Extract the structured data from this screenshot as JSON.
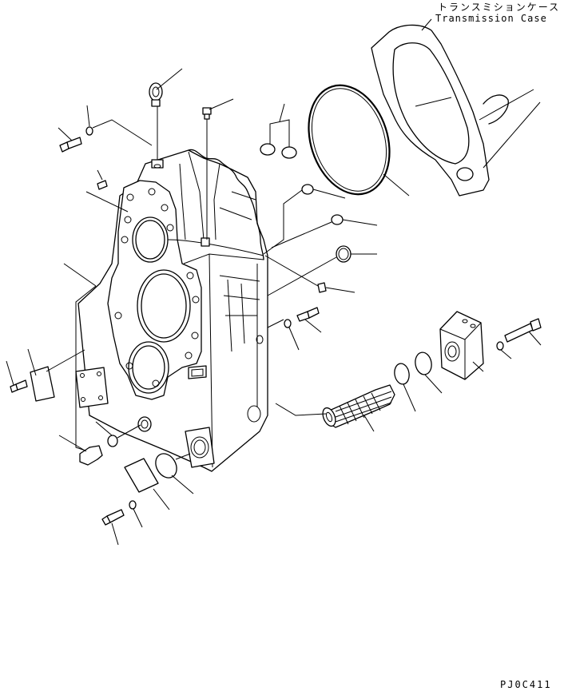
{
  "labels": {
    "transmission_case_jp": "トランスミションケース",
    "transmission_case_en": "Transmission Case"
  },
  "drawing_code": "PJ0C411",
  "line_color": "#000000",
  "background_color": "#ffffff"
}
